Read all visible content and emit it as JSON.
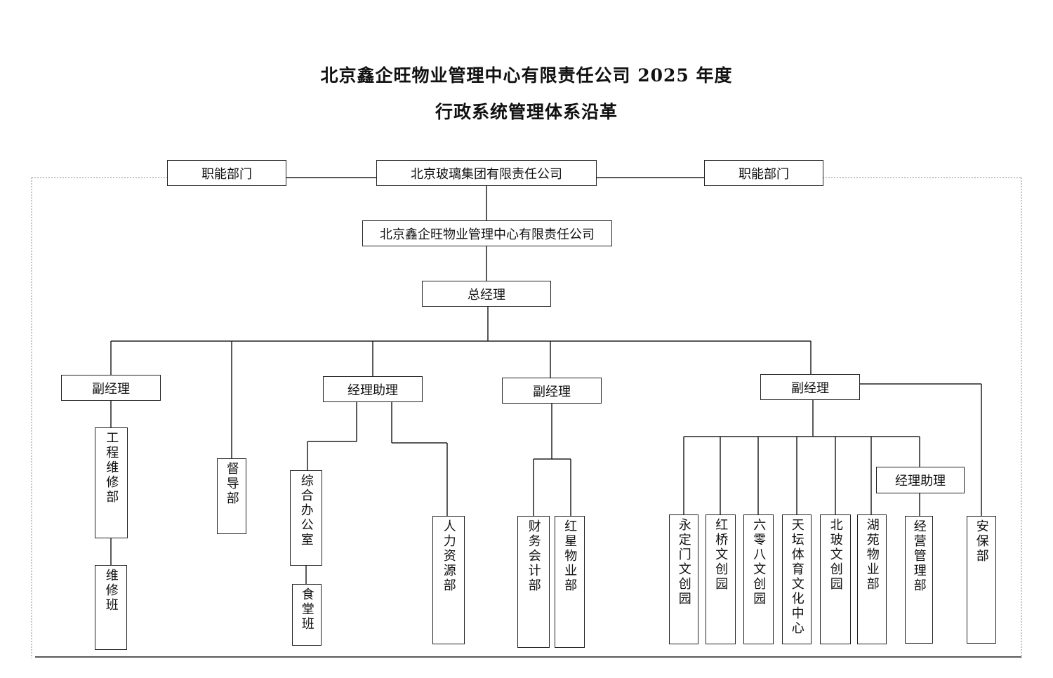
{
  "title": {
    "line1": "北京鑫企旺物业管理中心有限责任公司 2025 年度",
    "line2": "行政系统管理体系沿革"
  },
  "nodes": {
    "func_left": "职能部门",
    "group": "北京玻璃集团有限责任公司",
    "func_right": "职能部门",
    "company": "北京鑫企旺物业管理中心有限责任公司",
    "gm": "总经理",
    "dgm1": "副经理",
    "supervision": "督导部",
    "asst1": "经理助理",
    "dgm2": "副经理",
    "dgm3": "副经理",
    "engineering": "工程维修部",
    "repair_team": "维修班",
    "general_office": "综合办公室",
    "canteen": "食堂班",
    "hr": "人力资源部",
    "finance": "财务会计部",
    "hongxing": "红星物业部",
    "yongdingmen": "永定门文创园",
    "hongqiao": "红桥文创园",
    "liulingba": "六零八文创园",
    "tiantan": "天坛体育文化中心",
    "beibo": "北玻文创园",
    "huyuan": "湖苑物业部",
    "asst2": "经理助理",
    "operations": "经营管理部",
    "security": "安保部"
  }
}
